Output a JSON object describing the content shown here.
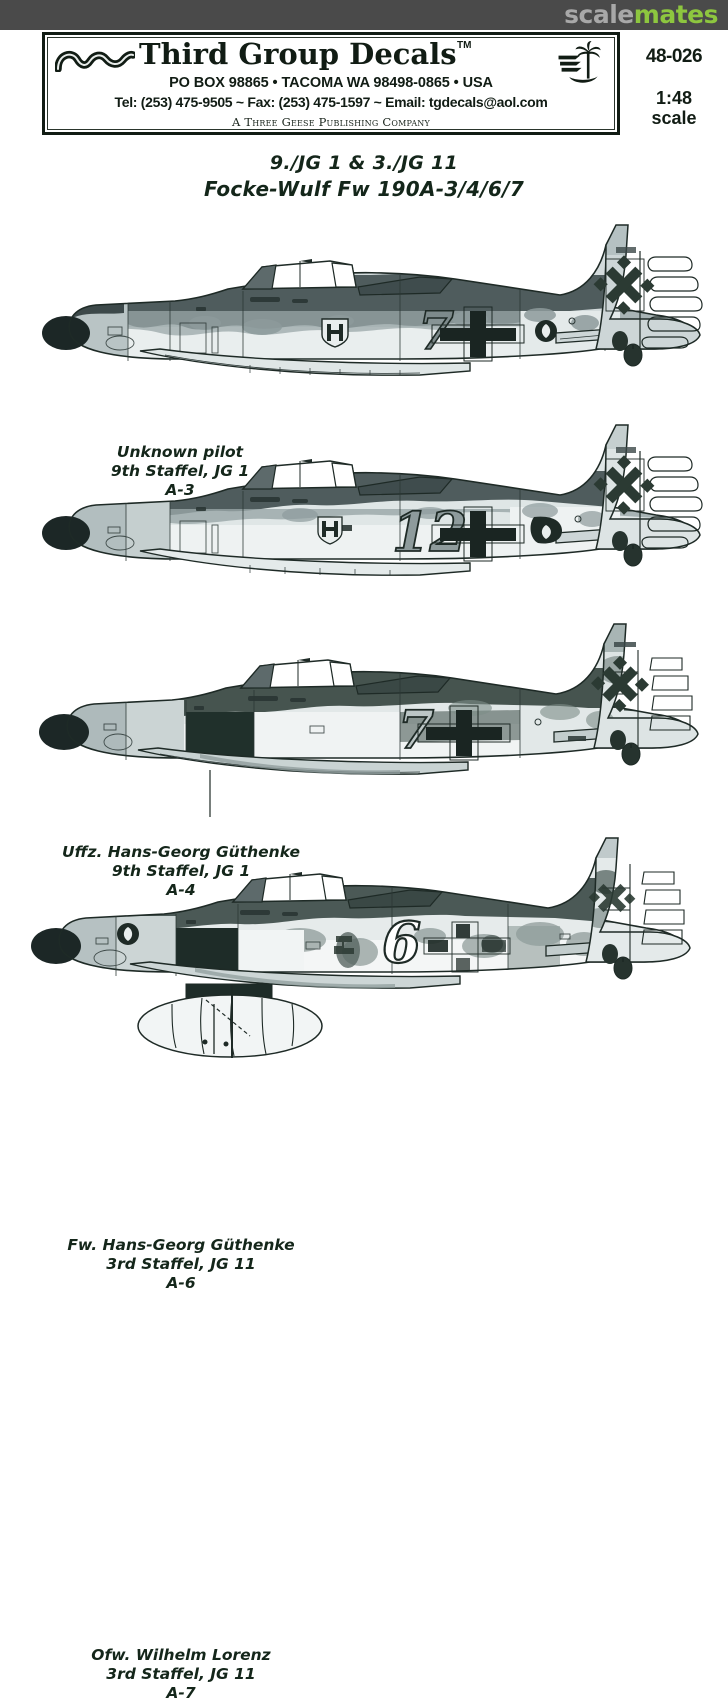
{
  "watermark": {
    "part1": "scale",
    "part2": "mates",
    "color1": "#a8a8a8",
    "color2": "#8dc63f",
    "banner_color": "#4a4a4a"
  },
  "header": {
    "brand": "Third Group Decals",
    "trademark": "TM",
    "address": "PO BOX 98865 • TACOMA  WA  98498-0865 • USA",
    "contact": "Tel: (253) 475-9505 ~ Fax: (253) 475-1597 ~ Email: tgdecals@aol.com",
    "imprint": "A Three Geese Publishing Company",
    "logo_icon": "three-geese-wave-icon",
    "palm_icon": "palm-tree-geese-icon"
  },
  "meta": {
    "catalog_number": "48-026",
    "scale_ratio": "1:48",
    "scale_word": "scale"
  },
  "title": {
    "line1": "9./JG 1 & 3./JG 11",
    "line2": "Focke-Wulf Fw 190A-3/4/6/7"
  },
  "profiles": [
    {
      "pilot": "Unknown pilot",
      "unit": "9th Staffel, JG 1",
      "variant": "A-3",
      "fuselage_code": "7",
      "markings": [
        "balkenkreuz",
        "swastika",
        "staffel-emblem"
      ],
      "camouflage": "splinter-grey-mottle"
    },
    {
      "pilot": "Uffz. Hans-Georg Güthenke",
      "unit": "9th Staffel, JG 1",
      "variant": "A-4",
      "fuselage_code": "12",
      "markings": [
        "balkenkreuz",
        "swastika",
        "staffel-emblem"
      ],
      "camouflage": "splinter-grey-mottle"
    },
    {
      "pilot": "Fw. Hans-Georg Güthenke",
      "unit": "3rd Staffel, JG 11",
      "variant": "A-6",
      "fuselage_code": "7",
      "markings": [
        "balkenkreuz",
        "swastika"
      ],
      "camouflage": "splinter-grey-dark-panel"
    },
    {
      "pilot": "Ofw. Wilhelm Lorenz",
      "unit": "3rd Staffel, JG 11",
      "variant": "A-7",
      "fuselage_code": "6",
      "markings": [
        "balkenkreuz",
        "swastika",
        "drop-tank"
      ],
      "camouflage": "splinter-grey-heavy-mottle"
    }
  ],
  "palette": {
    "ink": "#14261a",
    "light_grey": "#d3dbdc",
    "mid_grey": "#9aa7a8",
    "dark_grey": "#5d6a6b",
    "near_black": "#23302b",
    "paper": "#ffffff"
  }
}
